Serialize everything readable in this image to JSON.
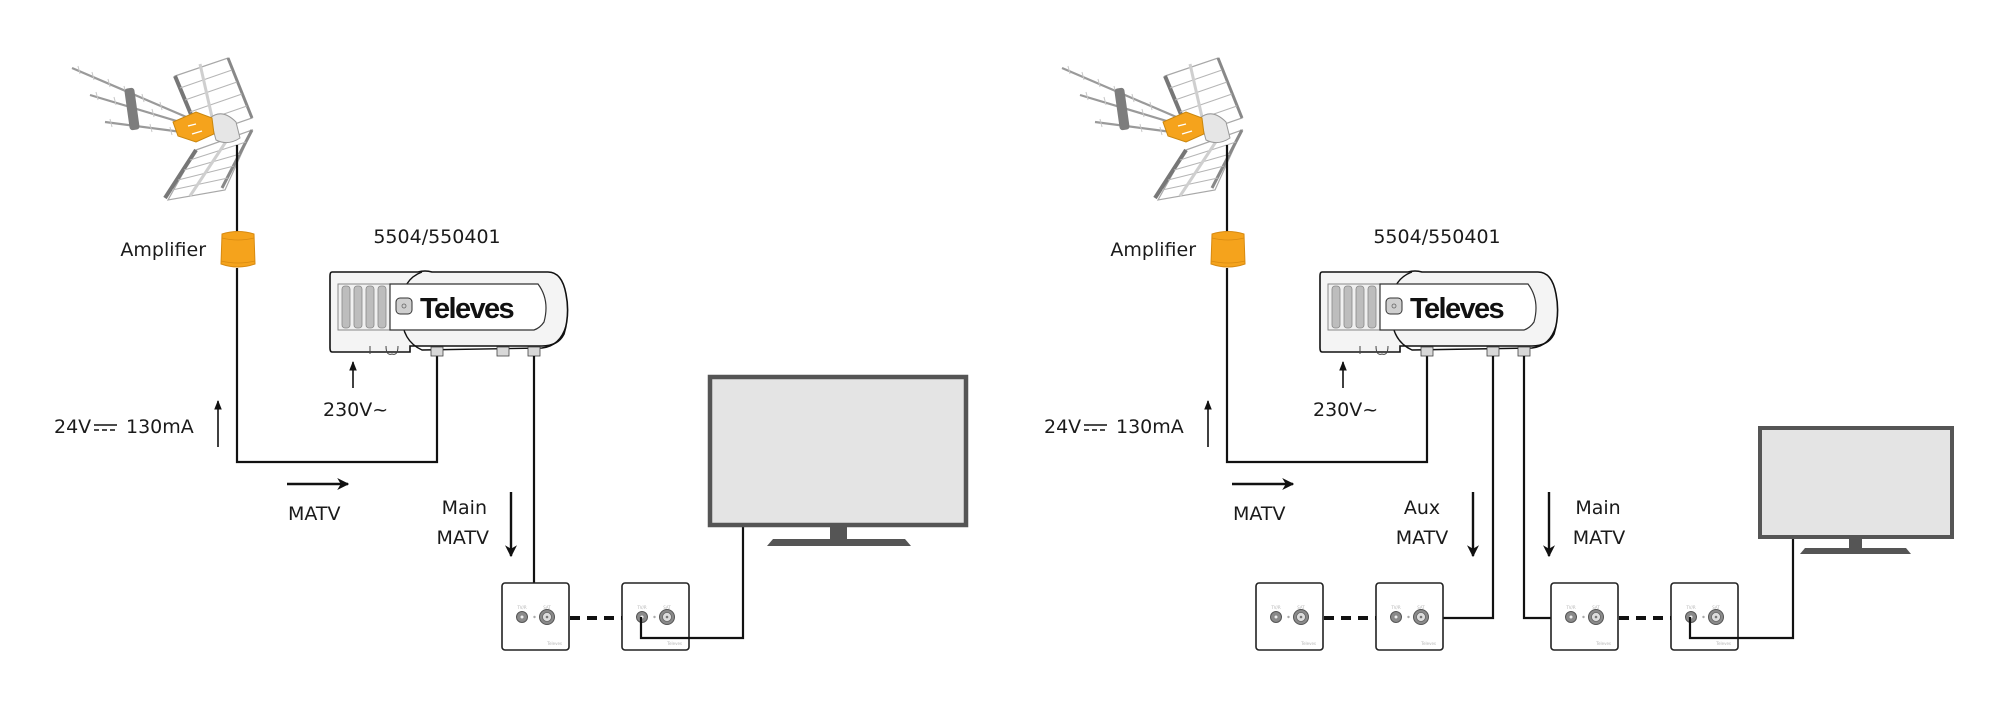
{
  "colors": {
    "amplifier": "#F5A31C",
    "amplifier_edge": "#D88A10",
    "tv_frame": "#555555",
    "tv_screen": "#E4E4E4",
    "line": "#111111",
    "device_body": "#F4F4F4",
    "device_grille": "#BDBDBD"
  },
  "diagrams": [
    {
      "name": "single-output",
      "antenna_icon": "uhf-antenna-icon",
      "amplifier": {
        "label": "Amplifier",
        "icon": "mast-amplifier-icon"
      },
      "power_supply": {
        "label": "24V",
        "dc_symbol": "dc-symbol",
        "current": "130mA"
      },
      "device": {
        "model": "5504/550401",
        "brand": "Televes",
        "mains_label": "230V~"
      },
      "input_flow": {
        "label": "MATV"
      },
      "outputs": [
        {
          "line1": "Main",
          "line2": "MATV"
        }
      ],
      "sockets": [
        {
          "left_jack": "TV/R",
          "right_jack": "SAT",
          "brand": "Televes"
        },
        {
          "left_jack": "TV/R",
          "right_jack": "SAT",
          "brand": "Televes"
        }
      ],
      "tv_icon": "television-icon"
    },
    {
      "name": "dual-output",
      "antenna_icon": "uhf-antenna-icon",
      "amplifier": {
        "label": "Amplifier",
        "icon": "mast-amplifier-icon"
      },
      "power_supply": {
        "label": "24V",
        "dc_symbol": "dc-symbol",
        "current": "130mA"
      },
      "device": {
        "model": "5504/550401",
        "brand": "Televes",
        "mains_label": "230V~"
      },
      "input_flow": {
        "label": "MATV"
      },
      "outputs": [
        {
          "line1": "Aux",
          "line2": "MATV"
        },
        {
          "line1": "Main",
          "line2": "MATV"
        }
      ],
      "sockets": [
        {
          "left_jack": "TV/R",
          "right_jack": "SAT",
          "brand": "Televes"
        },
        {
          "left_jack": "TV/R",
          "right_jack": "SAT",
          "brand": "Televes"
        },
        {
          "left_jack": "TV/R",
          "right_jack": "SAT",
          "brand": "Televes"
        },
        {
          "left_jack": "TV/R",
          "right_jack": "SAT",
          "brand": "Televes"
        }
      ],
      "tv_icon": "television-icon"
    }
  ]
}
